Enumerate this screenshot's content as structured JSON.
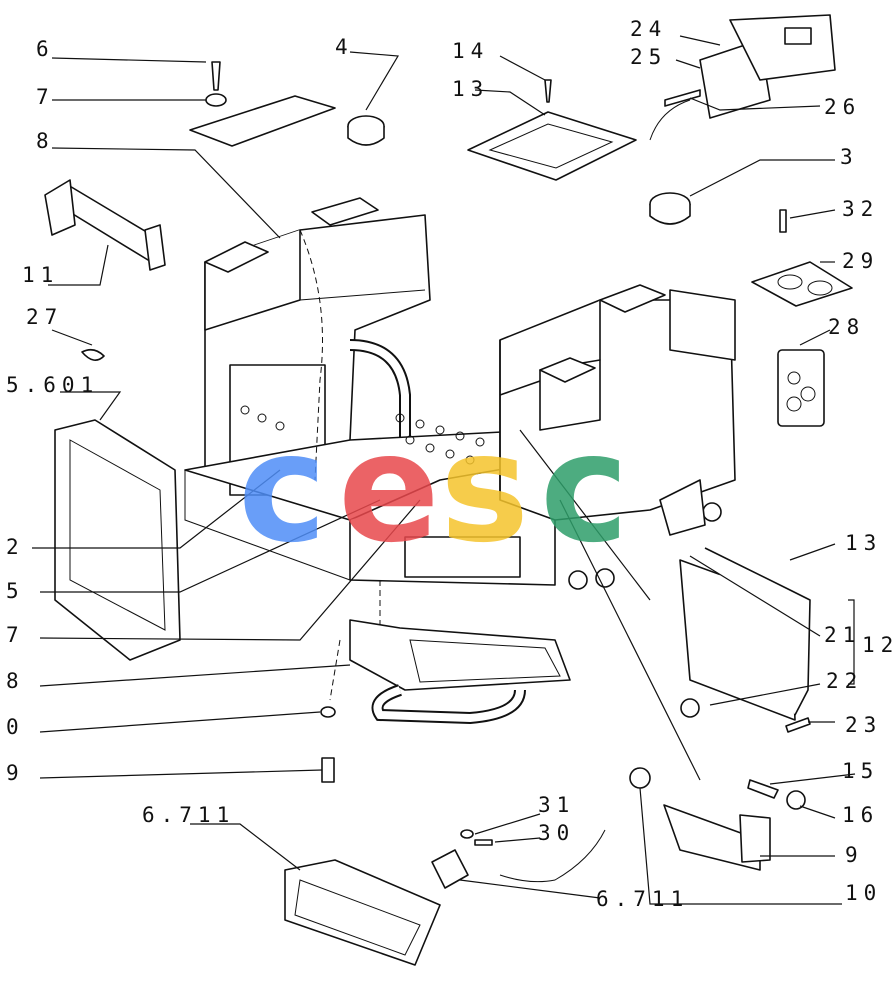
{
  "callouts": [
    {
      "id": "c6",
      "text": "6"
    },
    {
      "id": "c7a",
      "text": "7"
    },
    {
      "id": "c8a",
      "text": "8"
    },
    {
      "id": "c4",
      "text": "4"
    },
    {
      "id": "c14",
      "text": "14"
    },
    {
      "id": "c13a",
      "text": "13"
    },
    {
      "id": "c24",
      "text": "24"
    },
    {
      "id": "c25",
      "text": "25"
    },
    {
      "id": "c26",
      "text": "26"
    },
    {
      "id": "c3",
      "text": "3"
    },
    {
      "id": "c32",
      "text": "32"
    },
    {
      "id": "c29",
      "text": "29"
    },
    {
      "id": "c28",
      "text": "28"
    },
    {
      "id": "c11",
      "text": "11"
    },
    {
      "id": "c27",
      "text": "27"
    },
    {
      "id": "c5601",
      "text": "5.601"
    },
    {
      "id": "c2",
      "text": "2"
    },
    {
      "id": "c5",
      "text": "5"
    },
    {
      "id": "c7b",
      "text": "7"
    },
    {
      "id": "c8b",
      "text": "8"
    },
    {
      "id": "c0",
      "text": "0"
    },
    {
      "id": "c9a",
      "text": "9"
    },
    {
      "id": "c13b",
      "text": "13"
    },
    {
      "id": "c21",
      "text": "21"
    },
    {
      "id": "c12",
      "text": "12"
    },
    {
      "id": "c22",
      "text": "22"
    },
    {
      "id": "c23",
      "text": "23"
    },
    {
      "id": "c15",
      "text": "15"
    },
    {
      "id": "c16",
      "text": "16"
    },
    {
      "id": "c9b",
      "text": "9"
    },
    {
      "id": "c10",
      "text": "10"
    },
    {
      "id": "c31",
      "text": "31"
    },
    {
      "id": "c30",
      "text": "30"
    },
    {
      "id": "c6711a",
      "text": "6.711"
    },
    {
      "id": "c6711b",
      "text": "6.711"
    }
  ],
  "watermark": {
    "letters": [
      "c",
      "e",
      "s",
      "c"
    ],
    "colors": [
      "#4f8ef7",
      "#e8484c",
      "#f5c42c",
      "#2e9e6a"
    ]
  }
}
